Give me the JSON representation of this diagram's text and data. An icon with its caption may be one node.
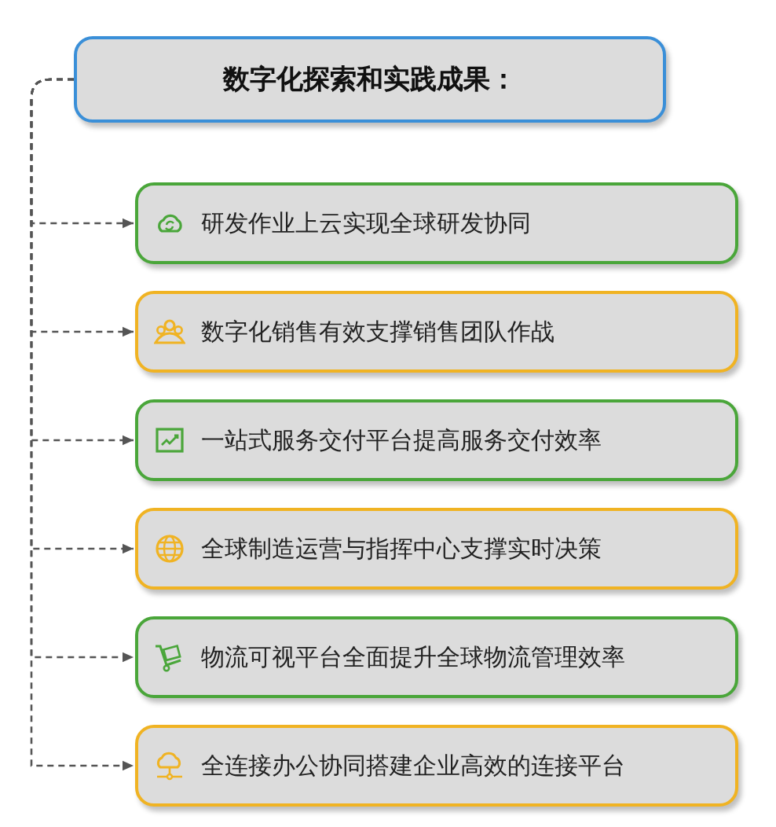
{
  "diagram": {
    "nodes": [
      {
        "text": [
          "数字化探索和实践成果："
        ]
      },
      {
        "text": [
          "研发作业上云实现全球研发协同"
        ]
      },
      {
        "text": [
          "数字化销售有效支撑销售团队作战"
        ]
      },
      {
        "text": [
          "一站式服务交付平台提高服务交付效率"
        ]
      },
      {
        "text": [
          "全球制造运营与指挥中心支撑实时决策"
        ]
      },
      {
        "text": [
          "物流可视平台全面提升全球物流管理效率"
        ]
      },
      {
        "text": [
          "全连接办公协同搭建企业高效的连接平台"
        ]
      }
    ],
    "edges": [
      {
        "from": 0,
        "to": 1,
        "arrow": "to",
        "style": "dashed"
      },
      {
        "from": 0,
        "to": 2,
        "arrow": "to",
        "style": "dashed"
      },
      {
        "from": 0,
        "to": 3,
        "arrow": "to",
        "style": "dashed"
      },
      {
        "from": 0,
        "to": 4,
        "arrow": "to",
        "style": "dashed"
      },
      {
        "from": 0,
        "to": 5,
        "arrow": "to",
        "style": "dashed"
      },
      {
        "from": 0,
        "to": 6,
        "arrow": "to",
        "style": "dashed"
      }
    ]
  }
}
